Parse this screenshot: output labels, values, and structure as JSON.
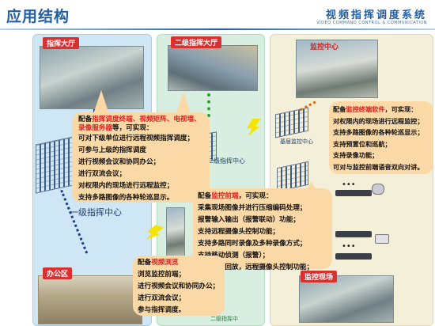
{
  "header": {
    "title": "应用结构",
    "brand": "视频指挥调度系统",
    "brand_sub": "VIDEO COMMAND CONTROL & COMMUNICATION"
  },
  "panels": {
    "left_tag_top": "指挥大厅",
    "left_tag_bottom": "办公区",
    "mid_tag": "二级指挥大厅",
    "right_tag_top": "监控中心",
    "right_tag_bottom": "监控现场"
  },
  "labels": {
    "level1": "一级指挥中心",
    "level2": "二级指挥中心",
    "base_monitor": "基层监控中心",
    "mid_bottom": "二级指挥中"
  },
  "callout_terminal": {
    "prefix": "配备",
    "highlight": "指挥调度终端、视频矩阵、电视墙、录像服务器",
    "suffix": "等，可实现：",
    "lines": [
      "可对下级单位进行远程视频指挥调度；",
      "可参与上级的指挥调度",
      "进行视频会议和协同办公；",
      "进行双流会议；",
      "对权限内的现场进行远程监控；",
      "支持多路图像的各种轮巡显示。"
    ]
  },
  "callout_monitor_sw": {
    "prefix": "配备",
    "highlight": "监控终端软件",
    "suffix": "，可实现：",
    "lines": [
      "对权限内的现场进行远程监控；",
      "支持多路图像的各种轮巡显示；",
      "支持预置位和巡航；",
      "支持录像功能；",
      "可对与监控前端语音双向对讲。"
    ]
  },
  "callout_frontend": {
    "prefix": "配备",
    "highlight": "监控前端",
    "suffix": "，可实现：",
    "lines": [
      "采集现场图像并进行压缩编码处理；",
      "报警输入输出（报警联动）功能；",
      "支持远程摄像头控制功能；",
      "支持多路同时录像及多种录像方式；",
      "支持移动侦测（报警）；",
      "支持远程回放，远程摄像头控制功能；"
    ]
  },
  "callout_browse": {
    "prefix": "配备",
    "highlight": "视频浏览",
    "suffix": "",
    "lines": [
      "浏览监控前端；",
      "进行视频会议和协同办公；",
      "进行双流会议；",
      "参与指挥调度。"
    ]
  },
  "colors": {
    "accent": "#1f5fa8",
    "highlight_red": "#d92020",
    "callout_bg": "#fbd9a7"
  }
}
